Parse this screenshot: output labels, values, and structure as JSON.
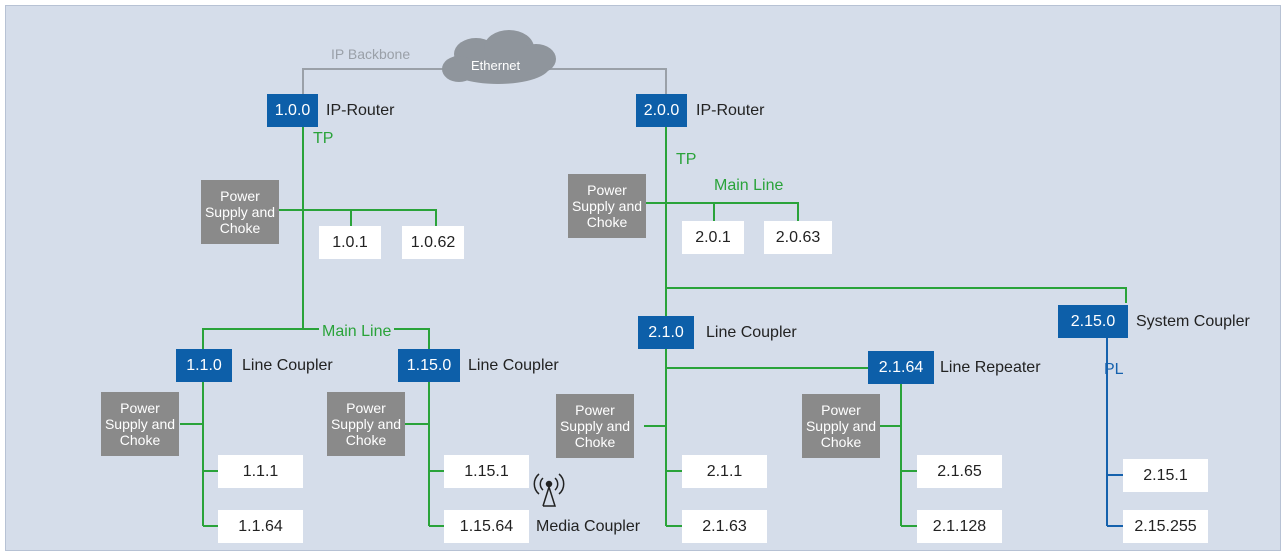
{
  "backbone": {
    "label": "IP Backbone",
    "cloud": "Ethernet"
  },
  "routers": [
    {
      "address": "1.0.0",
      "label": "IP-Router",
      "medium": "TP"
    },
    {
      "address": "2.0.0",
      "label": "IP-Router",
      "medium": "TP",
      "line_label": "Main Line"
    }
  ],
  "psu_text": "Power\nSupply and\nChoke",
  "area1": {
    "devices": [
      "1.0.1",
      "1.0.62"
    ],
    "main_line": "Main Line",
    "couplers": [
      {
        "address": "1.1.0",
        "label": "Line Coupler",
        "devices": [
          "1.1.1",
          "1.1.64"
        ]
      },
      {
        "address": "1.15.0",
        "label": "Line Coupler",
        "devices": [
          "1.15.1",
          "1.15.64"
        ],
        "media_label": "Media Coupler",
        "media_icon": "antenna-icon"
      }
    ]
  },
  "area2": {
    "devices": [
      "2.0.1",
      "2.0.63"
    ],
    "line_coupler": {
      "address": "2.1.0",
      "label": "Line Coupler",
      "devices": [
        "2.1.1",
        "2.1.63"
      ]
    },
    "repeater": {
      "address": "2.1.64",
      "label": "Line Repeater",
      "devices": [
        "2.1.65",
        "2.1.128"
      ]
    },
    "system_coupler": {
      "address": "2.15.0",
      "label": "System Coupler",
      "medium": "PL",
      "devices": [
        "2.15.1",
        "2.15.255"
      ]
    }
  },
  "colors": {
    "tp_line": "#2aa33a",
    "pl_line": "#1561ad",
    "backbone": "#9aa0a8",
    "address_box": "#0d5fa9",
    "psu_box": "#8a8a8a"
  }
}
